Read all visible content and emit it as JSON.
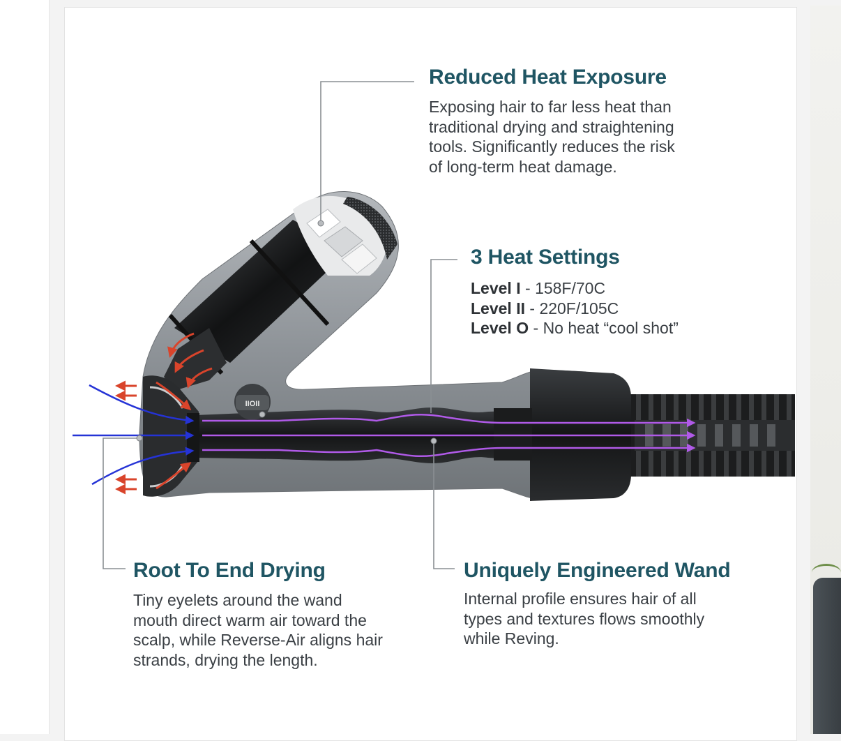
{
  "features": {
    "reduced_heat": {
      "title": "Reduced Heat Exposure",
      "lines": [
        "Exposing hair to far less heat than",
        "traditional drying and straightening",
        "tools. Significantly reduces the risk",
        "of long-term heat damage."
      ]
    },
    "heat_settings": {
      "title": "3 Heat Settings",
      "levels": [
        {
          "name": "Level I",
          "value": "158F/70C"
        },
        {
          "name": "Level II",
          "value": "220F/105C"
        },
        {
          "name": "Level O",
          "value": "No heat “cool shot”"
        }
      ]
    },
    "root_to_end": {
      "title": "Root To End Drying",
      "lines": [
        "Tiny eyelets around the wand",
        "mouth direct warm air toward the",
        "scalp, while Reverse-Air aligns hair",
        "strands, drying the length."
      ]
    },
    "wand": {
      "title": "Uniquely Engineered Wand",
      "lines": [
        "Internal profile ensures hair of all",
        "types and textures flows smoothly",
        "while Reving."
      ]
    }
  },
  "device": {
    "switch_label": "IIOII"
  },
  "colors": {
    "heading": "#1f5563",
    "body": "#3a3f44",
    "airflow_intake": "#2533d6",
    "airflow_reverse": "#d9442b",
    "hair_flow": "#b05ae8",
    "shell": "#8e9398"
  }
}
